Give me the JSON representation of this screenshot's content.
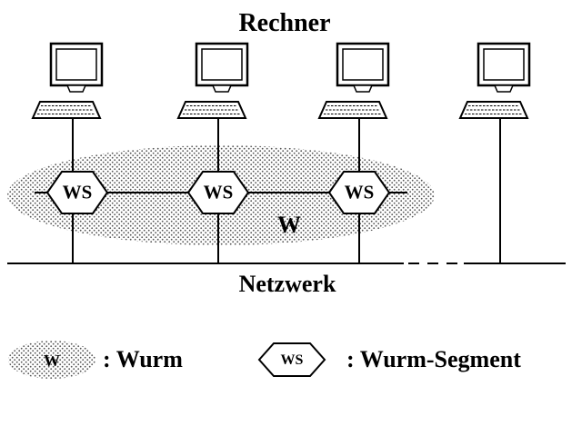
{
  "title": "Rechner",
  "network_label": "Netzwerk",
  "worm": {
    "label": "W"
  },
  "segments": [
    {
      "label": "WS"
    },
    {
      "label": "WS"
    },
    {
      "label": "WS"
    }
  ],
  "legend": {
    "worm_symbol_label": "W",
    "worm_text": ": Wurm",
    "segment_symbol_label": "WS",
    "segment_text": ": Wurm-Segment"
  },
  "colors": {
    "ink": "#000000",
    "stipple": "#555555",
    "background": "#ffffff"
  }
}
